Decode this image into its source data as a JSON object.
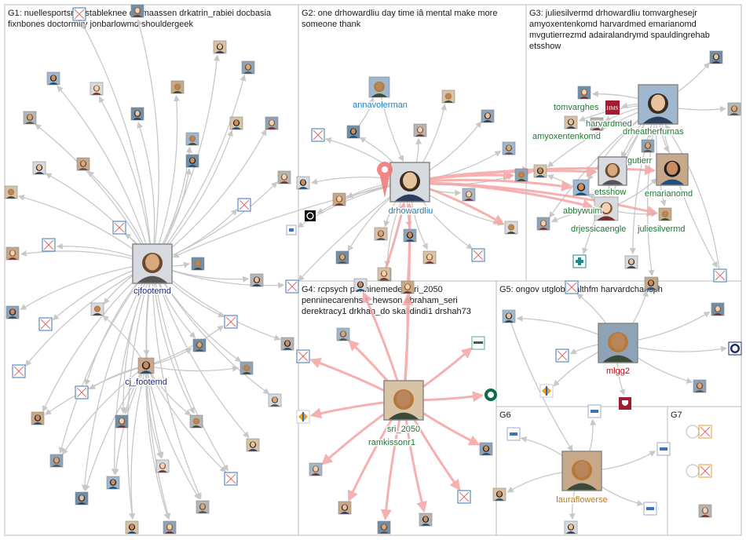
{
  "colors": {
    "edge": "#c8c8c8",
    "edge_highlight": "#f5a3a3",
    "group_border": "#bdbdbd",
    "g1": "#1a2a7a",
    "g2": "#1f7fc0",
    "g3": "#1e7a32",
    "g4": "#1e7a32",
    "g5": "#b80f17",
    "g6": "#c07a10"
  },
  "groups": [
    {
      "id": "G1",
      "lines": [
        "G1: nuellesportsmd stableknee drnmaassen drkatrin_rabiei docbasia",
        "fixnbones doctormiry jonbarlowmd shouldergeek"
      ]
    },
    {
      "id": "G2",
      "lines": [
        "G2: one drhowardliu day time iâ mental make more",
        "someone thank"
      ]
    },
    {
      "id": "G3",
      "lines": [
        "G3: juliesilvermd drhowardliu tomvarghesejr",
        "amyoxentenkomd harvardmed emarianomd",
        "mvgutierrezmd adairalandrymd spauldingrehab",
        "etsshow"
      ]
    },
    {
      "id": "G4",
      "lines": [
        "G4: rcpsych penninemeded sri_2050",
        "penninecarenhs t_hewson abraham_seri",
        "derektracy1 drkhan_do skalidindi1 drshah73"
      ]
    },
    {
      "id": "G5",
      "lines": [
        "G5: ongov utglobhealthfm harvardchansph"
      ]
    },
    {
      "id": "G6",
      "lines": [
        "G6"
      ]
    },
    {
      "id": "G7",
      "lines": [
        "G7"
      ]
    }
  ],
  "labels": {
    "cjfootemd": "cjfootemd",
    "cj_footemd": "cj_footemd",
    "annavolerman": "annavolerman",
    "drhowardliu": "drhowardliu",
    "tomvarghes": "tomvarghes",
    "harvardmed": "harvardmed",
    "amyoxentenkomd": "amyoxentenkomd",
    "drheatherfurnas": "drheatherfurnas",
    "gutierr": "gutierr",
    "etsshow": "etsshow",
    "emarianomd": "emarianomd",
    "abbywuim": "abbywuim",
    "drjessicaengle": "drjessicaengle",
    "juliesilvermd": "juliesilvermd",
    "sri_2050": "sri_2050",
    "ramkissonr1": "ramkissonr1",
    "mlgg2": "mlgg2",
    "lauraflowerse": "lauraflowerse"
  },
  "badges": {
    "hms": "HMS"
  }
}
